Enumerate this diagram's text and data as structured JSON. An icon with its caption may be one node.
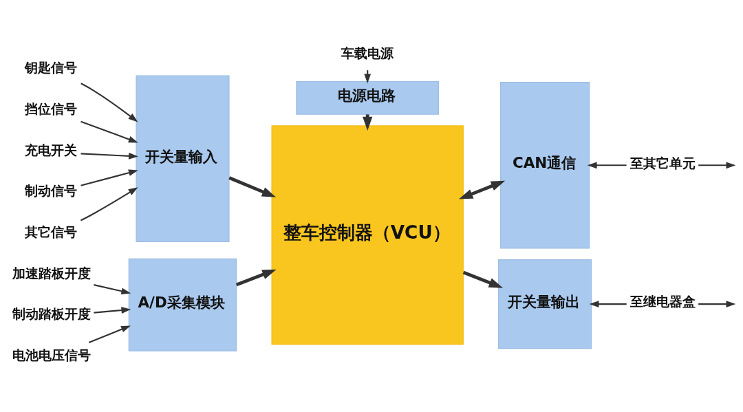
{
  "diagram": {
    "nodes": [
      {
        "text": [
          "车载电源"
        ]
      },
      {
        "text": [
          "电源电路"
        ]
      },
      {
        "text": [
          "钥匙信号"
        ]
      },
      {
        "text": [
          "挡位信号"
        ]
      },
      {
        "text": [
          "充电开关"
        ]
      },
      {
        "text": [
          "制动信号"
        ]
      },
      {
        "text": [
          "其它信号"
        ]
      },
      {
        "text": [
          "开关量输入"
        ]
      },
      {
        "text": [
          "加速踏板开度"
        ]
      },
      {
        "text": [
          "制动踏板开度"
        ]
      },
      {
        "text": [
          "电池电压信号"
        ]
      },
      {
        "text": [
          "A/D采集模块"
        ]
      },
      {
        "text": [
          "整车控制器（VCU）"
        ]
      },
      {
        "text": [
          "CAN通信"
        ]
      },
      {
        "text": [
          "开关量输出"
        ]
      },
      {
        "text": [
          "至其它单元"
        ]
      },
      {
        "text": [
          "至继电器盒"
        ]
      }
    ],
    "edges": [
      {
        "from": 0,
        "to": 1,
        "arrow": "to"
      },
      {
        "from": 1,
        "to": 12,
        "arrow": "to",
        "style": "thick"
      },
      {
        "from": 2,
        "to": 7,
        "arrow": "to"
      },
      {
        "from": 3,
        "to": 7,
        "arrow": "to"
      },
      {
        "from": 4,
        "to": 7,
        "arrow": "to"
      },
      {
        "from": 5,
        "to": 7,
        "arrow": "to"
      },
      {
        "from": 6,
        "to": 7,
        "arrow": "to"
      },
      {
        "from": 7,
        "to": 12,
        "arrow": "to",
        "style": "thick"
      },
      {
        "from": 8,
        "to": 11,
        "arrow": "to"
      },
      {
        "from": 9,
        "to": 11,
        "arrow": "to"
      },
      {
        "from": 10,
        "to": 11,
        "arrow": "to"
      },
      {
        "from": 11,
        "to": 12,
        "arrow": "to",
        "style": "thick"
      },
      {
        "from": 12,
        "to": 13,
        "arrow": "both",
        "style": "thick"
      },
      {
        "from": 12,
        "to": 14,
        "arrow": "to",
        "style": "thick"
      },
      {
        "from": 15,
        "to": 13,
        "arrow": "to"
      },
      {
        "from": 15,
        "to": null,
        "arrow": "to"
      },
      {
        "from": 16,
        "to": 14,
        "arrow": "to"
      },
      {
        "from": 16,
        "to": null,
        "arrow": "to"
      }
    ]
  }
}
